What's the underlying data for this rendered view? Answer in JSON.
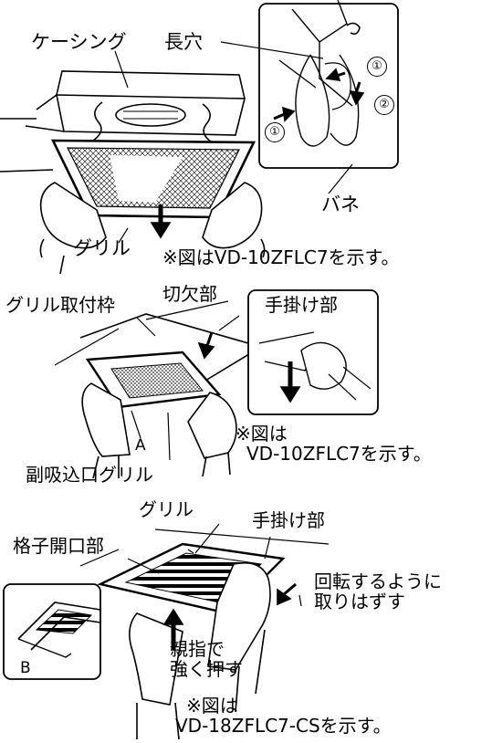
{
  "panel1": {
    "casing": "ケーシング",
    "slot": "長穴",
    "spring": "バネ",
    "grille": "グリル",
    "step1": "①",
    "step2": "②",
    "step1b": "①",
    "note": "※図はVD-10ZFLC7を示す。"
  },
  "panel2": {
    "frame": "グリル取付枠",
    "notch": "切欠部",
    "hook": "手掛け部",
    "point_a": "A",
    "note_line1": "※図は",
    "note_line2": "VD-10ZFLC7を示す。",
    "sub_intake": "副吸込口グリル"
  },
  "panel3": {
    "grille": "グリル",
    "hook": "手掛け部",
    "lattice": "格子開口部",
    "rotate_line1": "回転するように",
    "rotate_line2": "取りはずす",
    "push_line1": "親指で",
    "push_line2": "強く押す",
    "point_b": "B",
    "note_line1": "※図は",
    "note_line2": "VD-18ZFLC7-CSを示す。"
  }
}
